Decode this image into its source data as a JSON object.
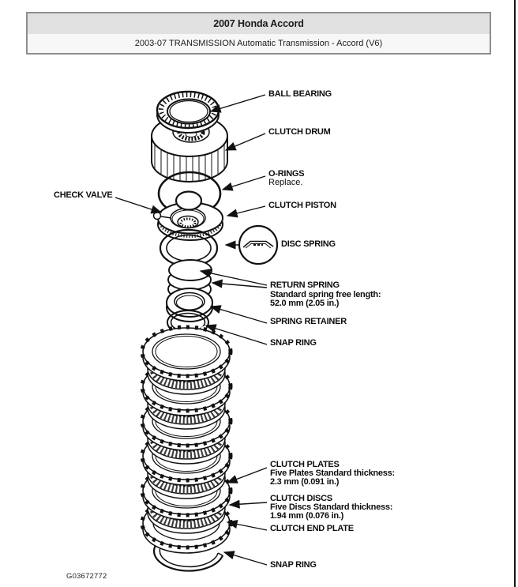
{
  "header": {
    "title": "2007 Honda Accord",
    "subtitle": "2003-07 TRANSMISSION Automatic Transmission - Accord (V6)"
  },
  "figure": {
    "id": "G03672772"
  },
  "diagram": {
    "parts": {
      "ball_bearing": {
        "label": "BALL BEARING"
      },
      "clutch_drum": {
        "label": "CLUTCH DRUM"
      },
      "o_rings": {
        "label": "O-RINGS",
        "note": "Replace."
      },
      "check_valve": {
        "label": "CHECK VALVE"
      },
      "clutch_piston": {
        "label": "CLUTCH PISTON"
      },
      "disc_spring": {
        "label": "DISC SPRING"
      },
      "return_spring": {
        "label": "RETURN SPRING",
        "spec_line1": "Standard spring free length:",
        "spec_line2": "52.0 mm (2.05 in.)"
      },
      "spring_retainer": {
        "label": "SPRING RETAINER"
      },
      "snap_ring_upper": {
        "label": "SNAP RING"
      },
      "clutch_plates": {
        "label": "CLUTCH PLATES",
        "spec_line1": "Five Plates Standard thickness:",
        "spec_line2": "2.3 mm (0.091 in.)"
      },
      "clutch_discs": {
        "label": "CLUTCH DISCS",
        "spec_line1": "Five Discs Standard thickness:",
        "spec_line2": "1.94 mm (0.076 in.)"
      },
      "clutch_end_plate": {
        "label": "CLUTCH END PLATE"
      },
      "snap_ring_lower": {
        "label": "SNAP RING"
      }
    },
    "colors": {
      "line": "#111111",
      "header_title_bg": "#e1e1e1",
      "header_subtitle_bg": "#f7f7f7",
      "header_border": "#8e8e8e"
    }
  }
}
